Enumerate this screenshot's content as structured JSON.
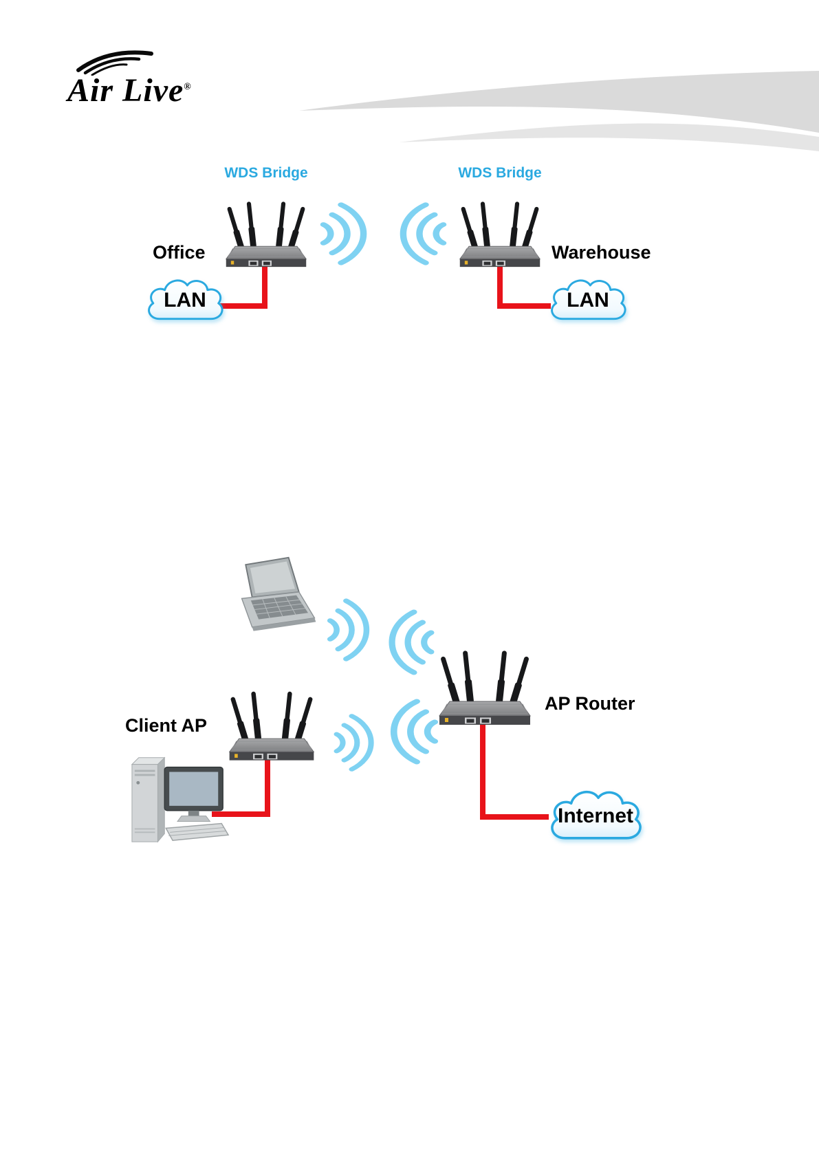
{
  "brand": {
    "logo_text": "Air Live",
    "registered_mark": "®"
  },
  "wds_diagram": {
    "left_device_label": "WDS Bridge",
    "right_device_label": "WDS Bridge",
    "left_site_label": "Office",
    "right_site_label": "Warehouse",
    "left_network_label": "LAN",
    "right_network_label": "LAN"
  },
  "client_ap_diagram": {
    "client_device_label": "Client AP",
    "router_device_label": "AP Router",
    "network_label": "Internet"
  },
  "icons": {
    "logo_signal": "signal-arcs",
    "router": "four-antenna-wireless-router",
    "wifi_waves": "wifi-signal-arcs",
    "cloud": "network-cloud",
    "laptop": "laptop-computer",
    "desktop": "desktop-pc-with-monitor-keyboard"
  },
  "colors": {
    "device_label_blue": "#2aa9e0",
    "wave_blue": "#7fd2f2",
    "cable_red": "#e8131a",
    "cloud_outline_blue": "#2aa9e0",
    "swoosh_gray": "#dadada"
  }
}
